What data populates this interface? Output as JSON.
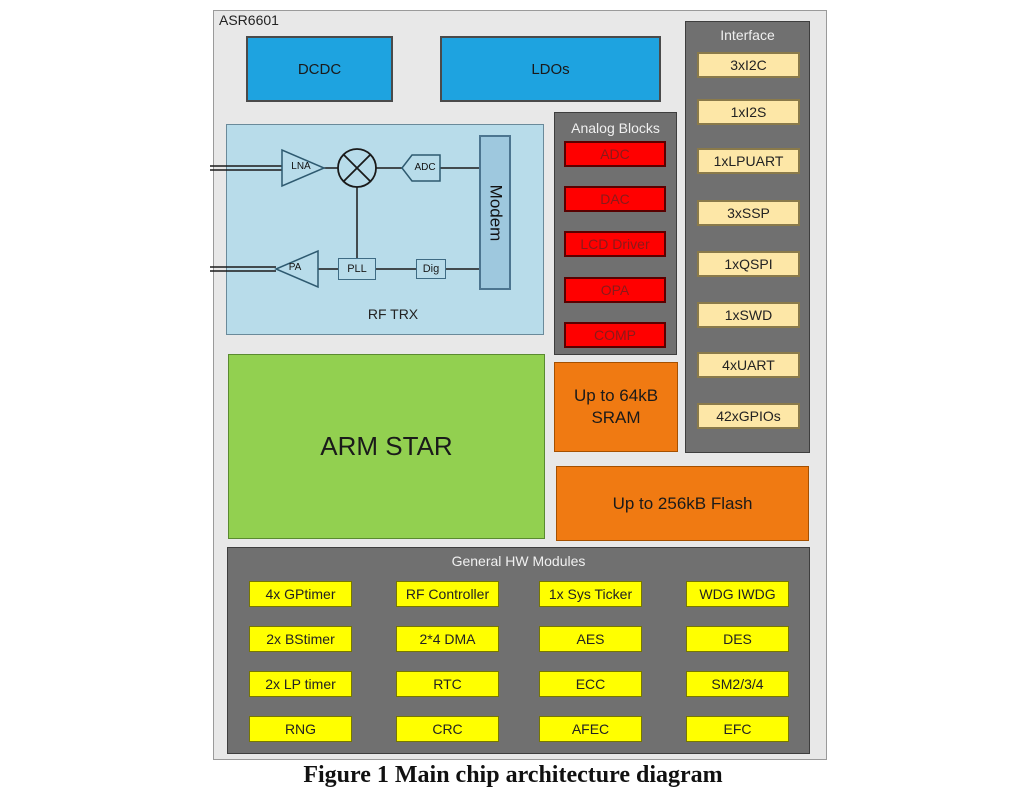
{
  "chip_title": "ASR6601",
  "power": {
    "dcdc": "DCDC",
    "ldos": "LDOs"
  },
  "rf": {
    "label": "RF TRX",
    "lna": "LNA",
    "adc": "ADC",
    "pa": "PA",
    "pll": "PLL",
    "dig": "Dig",
    "modem": "Modem"
  },
  "analog": {
    "title": "Analog Blocks",
    "items": [
      "ADC",
      "DAC",
      "LCD Driver",
      "OPA",
      "COMP"
    ]
  },
  "interface": {
    "title": "Interface",
    "items": [
      "3xI2C",
      "1xI2S",
      "1xLPUART",
      "3xSSP",
      "1xQSPI",
      "1xSWD",
      "4xUART",
      "42xGPIOs"
    ]
  },
  "sram": {
    "line1": "Up to 64kB",
    "line2": "SRAM"
  },
  "flash": "Up to 256kB Flash",
  "core": "ARM STAR",
  "hw": {
    "title": "General HW Modules",
    "items": [
      "4x GPtimer",
      "RF Controller",
      "1x Sys Ticker",
      "WDG IWDG",
      "2x BStimer",
      "2*4 DMA",
      "AES",
      "DES",
      "2x LP timer",
      "RTC",
      "ECC",
      "SM2/3/4",
      "RNG",
      "CRC",
      "AFEC",
      "EFC"
    ]
  },
  "colors": {
    "power_blue": "#1ea3e0",
    "rf_bg": "#b8dcea",
    "analog_red": "#ff0000",
    "interface_tan": "#fde7a7",
    "sram_flash_orange": "#f07a12",
    "core_green": "#92d050",
    "hw_yellow": "#ffff00",
    "panel_gray": "#707070"
  },
  "caption": "Figure 1 Main chip architecture diagram"
}
